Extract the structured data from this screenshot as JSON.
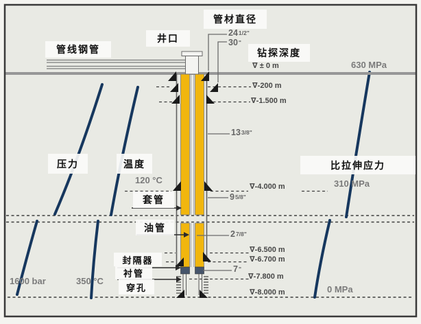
{
  "labels": {
    "pipeline": "管线钢管",
    "wellhead": "井口",
    "pipe_diameter": "管材直径",
    "drilling_depth": "钻探深度",
    "pressure": "压力",
    "temperature": "温度",
    "tensile_stress": "比拉伸应力",
    "casing": "套管",
    "tubing": "油管",
    "packer": "封隔器",
    "liner": "衬管",
    "perforation": "穿孔"
  },
  "depths": [
    "∇ ± 0 m",
    "∇-200 m",
    "∇-1.500 m",
    "∇-4.000 m",
    "∇-6.500 m",
    "∇-6.700 m",
    "∇-7.800 m",
    "∇-8.000 m"
  ],
  "diameters": [
    {
      "main": "24",
      "sup": "1/2\""
    },
    {
      "main": "30",
      "sup": "\""
    },
    {
      "main": "13",
      "sup": "3/8\""
    },
    {
      "main": "9",
      "sup": "5/8\""
    },
    {
      "main": "2",
      "sup": "7/8\""
    },
    {
      "main": "7",
      "sup": "\""
    }
  ],
  "values": {
    "stress_surface": "630 MPa",
    "stress_mid": "310 MPa",
    "stress_bottom": "0 MPa",
    "temp_casing": "120 °C",
    "temp_bottom": "350 °C",
    "pressure_bottom": "1600 bar"
  },
  "colors": {
    "curve": "#16375e",
    "casing_yellow": "#f1b60e",
    "packer_block": "#46556b",
    "background": "#e9eae4"
  }
}
